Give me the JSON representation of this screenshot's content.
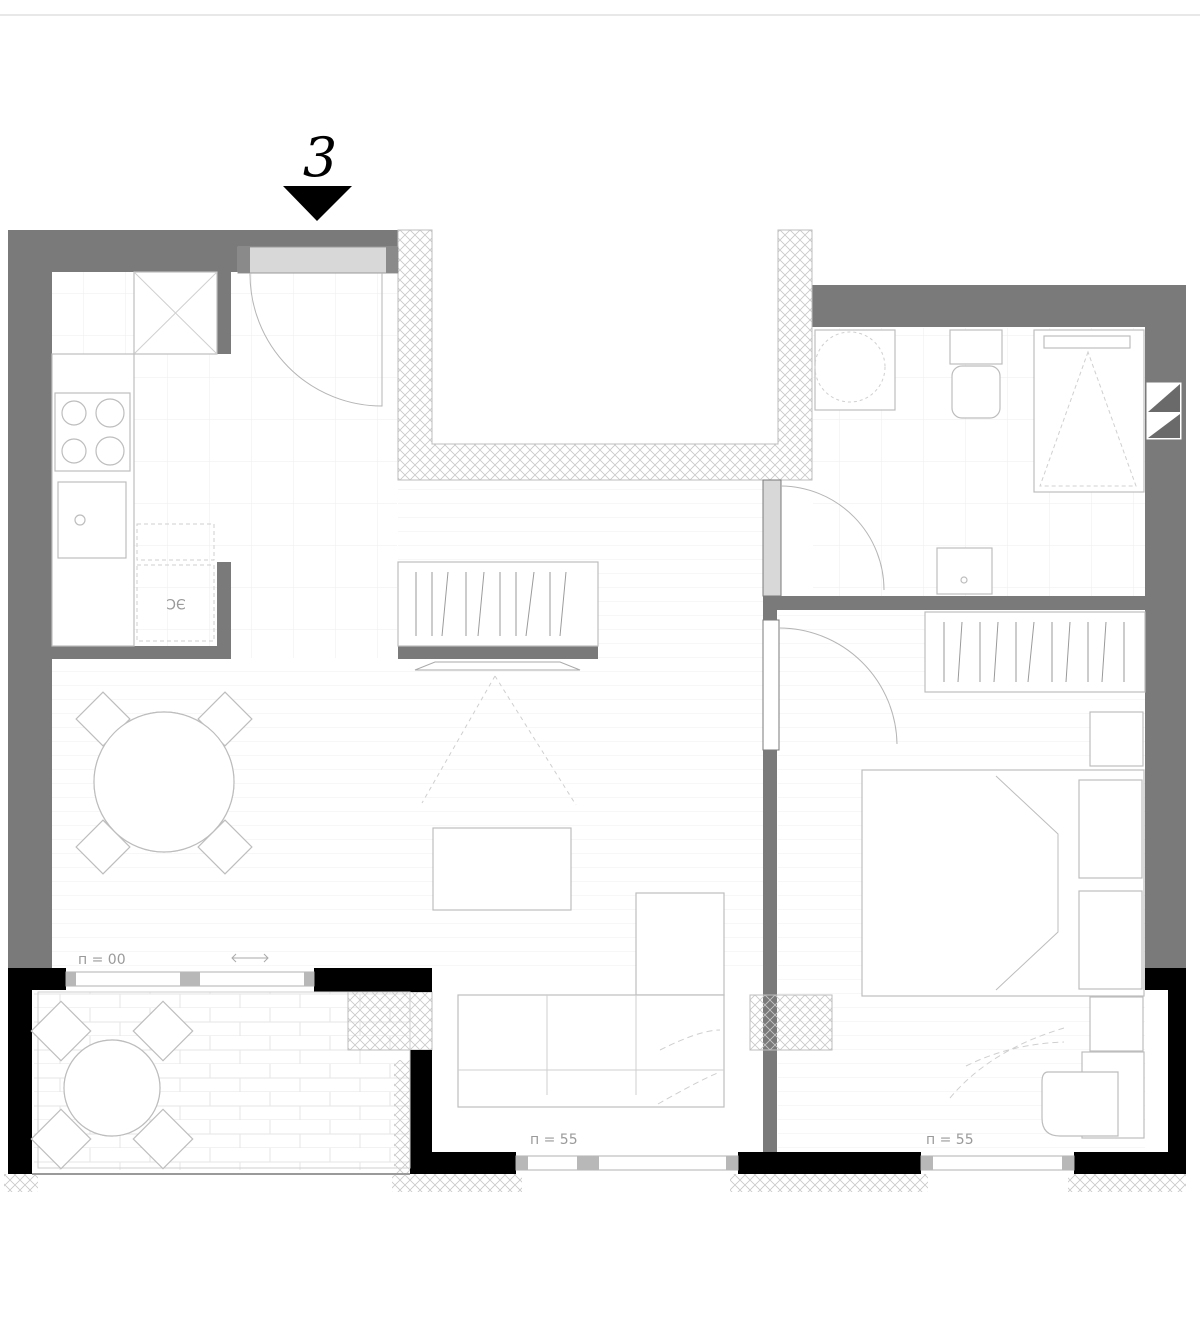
{
  "entrance": {
    "number": "3"
  },
  "labels": {
    "balcony_window": "п = 00",
    "living_window": "п = 55",
    "bedroom_window": "п = 55",
    "washer": "ЭС"
  },
  "colors": {
    "wall": "#7a7a7a",
    "outer_wall": "#000000",
    "hatch": "#cfcfcf",
    "furniture": "#bdbdbd"
  }
}
